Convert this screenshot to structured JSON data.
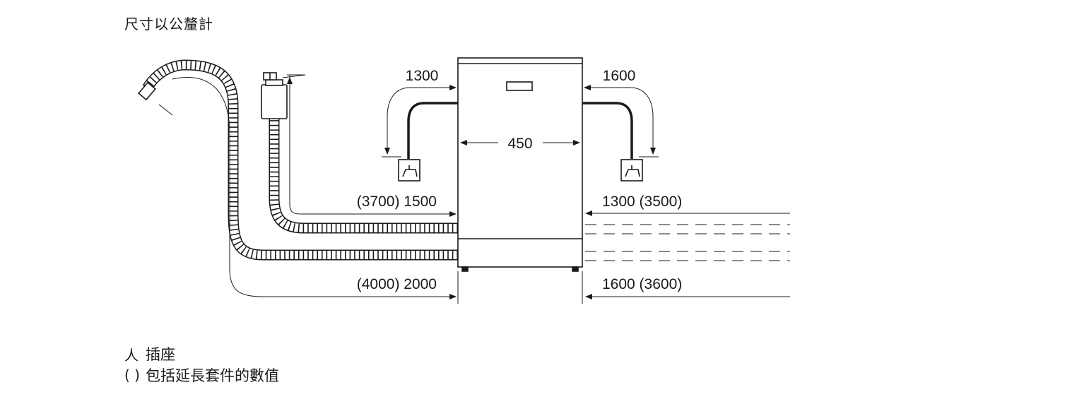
{
  "title": "尺寸以公釐計",
  "dimensions": {
    "left_cable": "1300",
    "right_cable": "1600",
    "width": "450",
    "left_upper_hose": "(3700) 1500",
    "left_lower_hose": "(4000) 2000",
    "right_upper_hose": "1300 (3500)",
    "right_lower_hose": "1600 (3600)"
  },
  "legend": {
    "socket_symbol": "⼈",
    "socket_label": "插座",
    "paren_symbol": "( )",
    "paren_label": "包括延長套件的數值"
  },
  "colors": {
    "line": "#1a1a1a",
    "background": "#ffffff"
  }
}
